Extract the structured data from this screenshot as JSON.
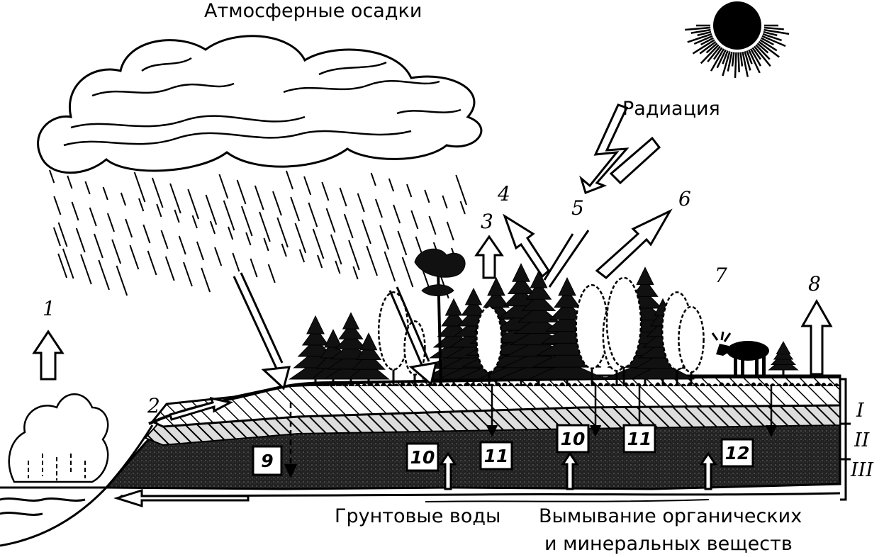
{
  "labels": {
    "precipitation": "Атмосферные осадки",
    "radiation": "Радиация",
    "groundwater": "Грунтовые воды",
    "leaching_line1": "Вымывание органических",
    "leaching_line2": "и минеральных веществ"
  },
  "numbers": {
    "n1": "1",
    "n2": "2",
    "n3": "3",
    "n4": "4",
    "n5": "5",
    "n6": "6",
    "n7": "7",
    "n8": "8"
  },
  "boxed_numbers": {
    "b9": "9",
    "b10a": "10",
    "b11a": "11",
    "b10b": "10",
    "b11b": "11",
    "b12": "12"
  },
  "layers": {
    "l1": "I",
    "l2": "II",
    "l3": "III"
  }
}
